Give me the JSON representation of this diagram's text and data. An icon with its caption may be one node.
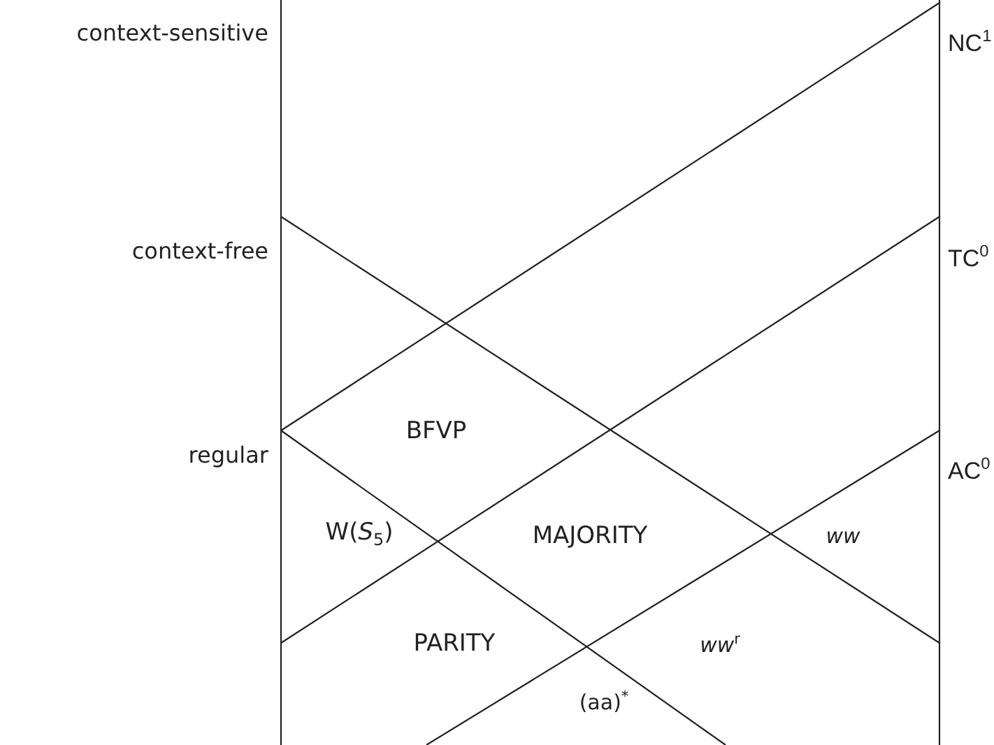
{
  "diagram": {
    "labels": [
      "context-sensitive",
      "context-free",
      "regular",
      "NC$^{1}$",
      "TC$^{0}$",
      "AC$^{0}$",
      "BFVP",
      "W(*S*$_{5}$)",
      "MAJORITY",
      "ww",
      "PARITY",
      "*ww*$^{r}$",
      "(aa)$^{*}$"
    ]
  }
}
